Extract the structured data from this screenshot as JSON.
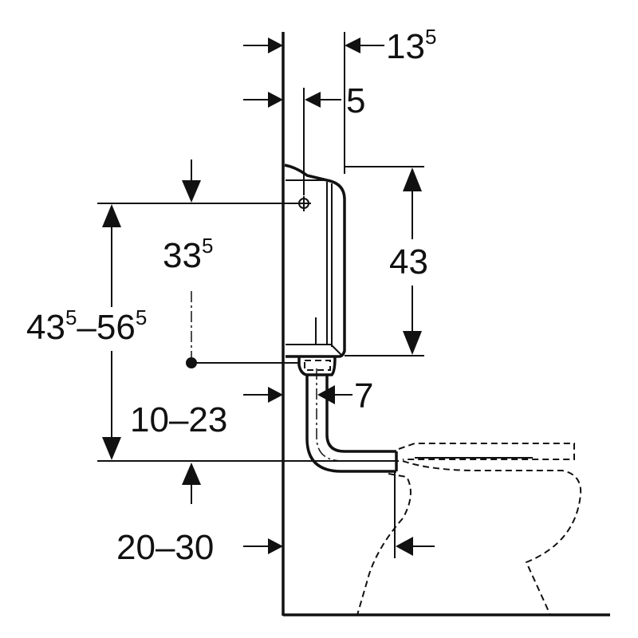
{
  "title": "Cistern and WC installation dimensions",
  "labels": {
    "top_offset": {
      "base": "13",
      "sup": "5"
    },
    "inlet_offset": {
      "base": "5"
    },
    "cistern_height": {
      "base": "43"
    },
    "inlet_to_outlet": {
      "base": "33",
      "sup": "5"
    },
    "mount_height": {
      "a": "43",
      "a_sup": "5",
      "b": "–56",
      "b_sup": "5"
    },
    "pipe_wall_distance": {
      "base": "10–23"
    },
    "pipe_offset": {
      "base": "7"
    },
    "bowl_wall_distance": {
      "base": "20–30"
    }
  },
  "colors": {
    "line": "#111111",
    "background": "#ffffff"
  }
}
